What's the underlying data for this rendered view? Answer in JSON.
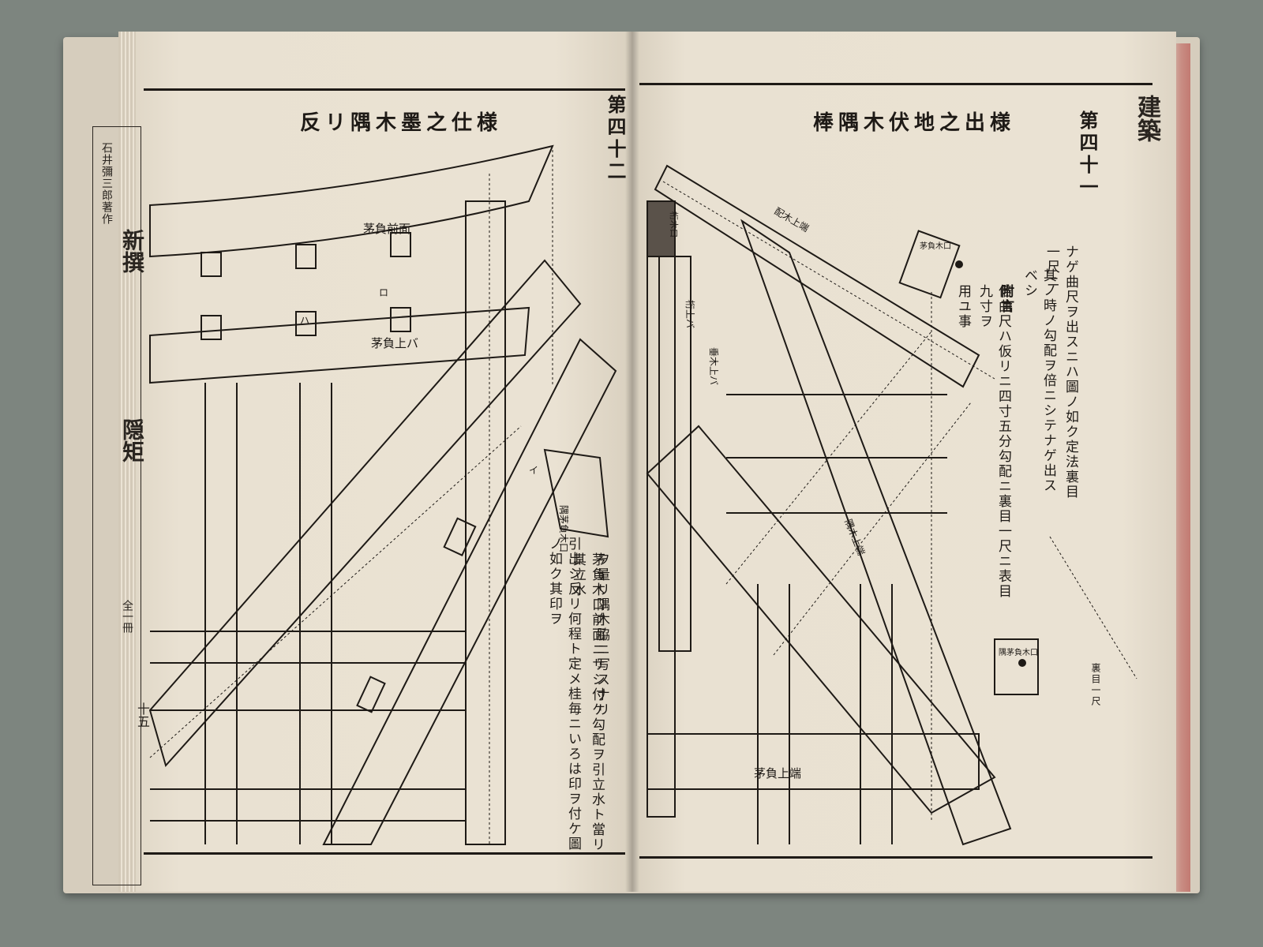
{
  "spine_strip": {
    "lines": [
      "石井彌三郎著作",
      "新撰",
      "隠矩",
      "全一冊"
    ]
  },
  "left_page": {
    "number": "第四十二",
    "title": "反リ隅木墨之仕様",
    "page_marker": "十五",
    "diagram_labels": {
      "beam_top": "茅負前面",
      "beam_mid": "茅負上バ",
      "mark_ro": "ロ",
      "mark_ha": "ハ",
      "mark_i": "イ",
      "kogi": "隅茅負木口"
    },
    "notes": [
      "引出シ反リ何程ト定メ桂毎ニいろは印ヲ付ケ圖ノ如ク其印ヲ",
      "茅負木口前面ニサシ付ケ勾配ヲ引立水ト當リ其立水",
      "ヲ量リ隅木脇ニ写スナリ"
    ]
  },
  "right_page": {
    "number": "第四十一",
    "title": "棒隅木伏地之出様",
    "header_right": "建築",
    "diagram_labels": {
      "keta_kogi": "桁木口",
      "keta_top": "桁上バ",
      "kayaoi_top": "茅負上端",
      "kayaoi_kogi": "茅負木口",
      "sumi_kogi": "隅茅負木口",
      "haigi": "配木上端",
      "sumi_top": "隅木上端",
      "taruki": "垂木上バ"
    },
    "notes": [
      "ナゲ曲尺ヲ出スニハ圖ノ如ク定法裏目一尺ニ",
      "其ノ時ノ勾配ヲ倍ニシテナゲ出スベシ",
      "附言",
      "倍曲尺ハ仮リニ四寸五分勾配ニ裏目一尺ニ表目九寸ヲ",
      "用ユ事"
    ],
    "corner_note": "裏目一尺"
  },
  "colors": {
    "paper": "#e9e1d2",
    "ink": "#1e1a16",
    "background": "#7d857f",
    "cover_edge": "#c27a72"
  }
}
